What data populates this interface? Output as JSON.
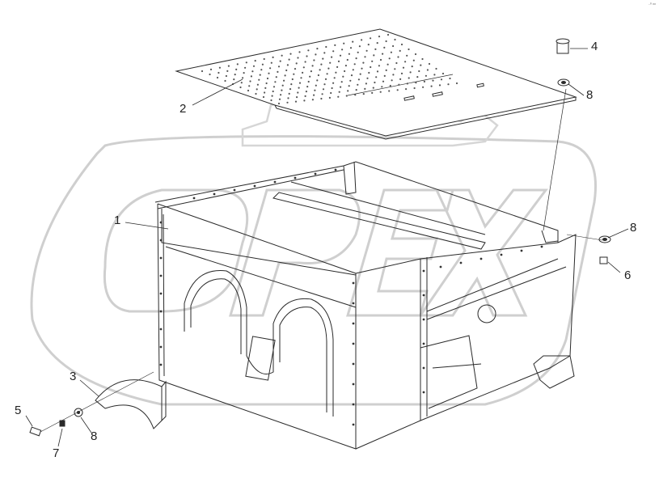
{
  "watermark": {
    "text": "OPEX",
    "color": "#cfcfcf"
  },
  "corner_mark": "·⁰ ᵒᵒ",
  "callouts": [
    {
      "id": "1",
      "label": "1",
      "part": "frame"
    },
    {
      "id": "2",
      "label": "2",
      "part": "top-panel"
    },
    {
      "id": "3",
      "label": "3",
      "part": "fender-liner"
    },
    {
      "id": "4",
      "label": "4",
      "part": "bolt"
    },
    {
      "id": "5",
      "label": "5",
      "part": "bolt"
    },
    {
      "id": "6",
      "label": "6",
      "part": "nut"
    },
    {
      "id": "7",
      "label": "7",
      "part": "nut"
    },
    {
      "id": "8a",
      "label": "8",
      "part": "washer"
    },
    {
      "id": "8b",
      "label": "8",
      "part": "washer"
    },
    {
      "id": "8c",
      "label": "8",
      "part": "washer"
    }
  ],
  "colors": {
    "line": "#2a2a2a",
    "watermark": "#cfcfcf",
    "background": "#ffffff"
  }
}
